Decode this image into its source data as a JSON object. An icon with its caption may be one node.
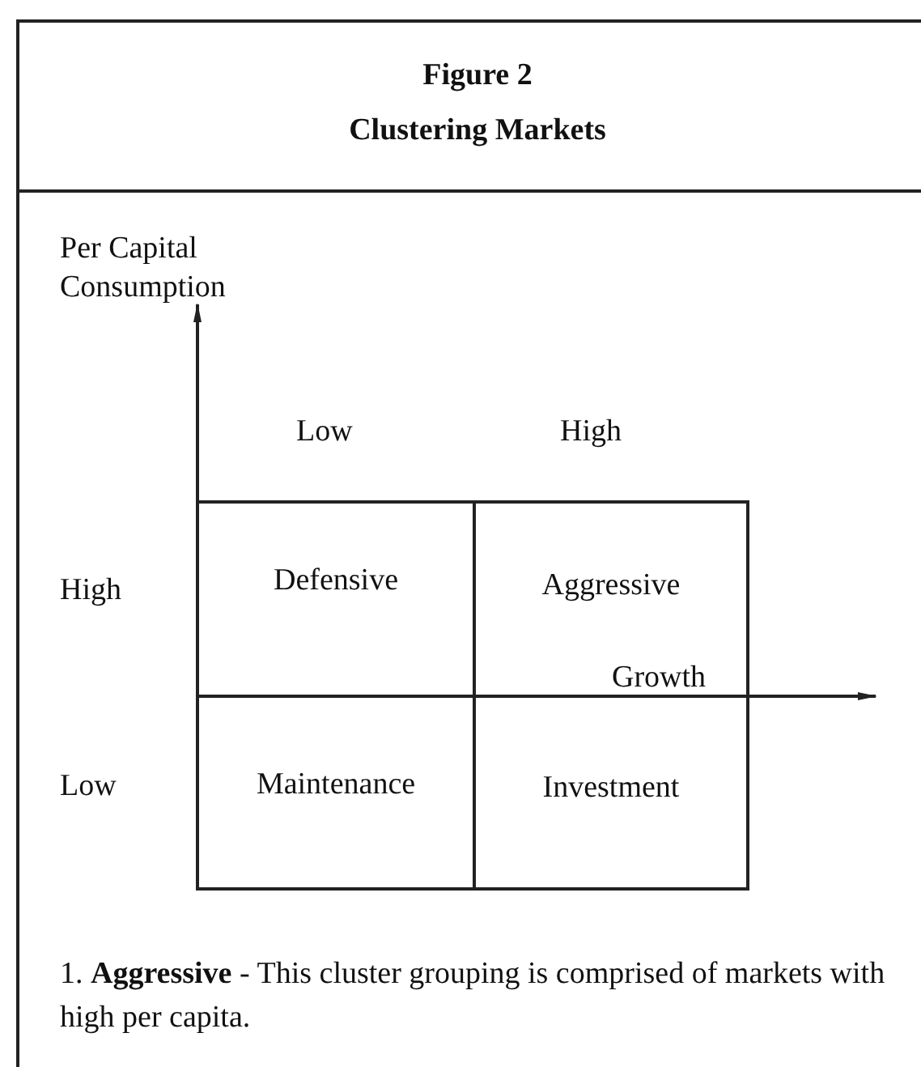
{
  "diagram": {
    "title": "Clustering Markets",
    "nodes": [
      {
        "text": [
          "Defensive"
        ]
      },
      {
        "text": [
          "Aggressive"
        ]
      },
      {
        "text": [
          "Maintenance"
        ]
      },
      {
        "text": [
          "Investment"
        ]
      }
    ],
    "labels": [
      "Figure 2",
      "Per Capital Consumption",
      "Low",
      "High",
      "High",
      "Low",
      "Growth",
      "1. **Aggressive** - This cluster grouping is comprised of markets with high per capita."
    ]
  }
}
